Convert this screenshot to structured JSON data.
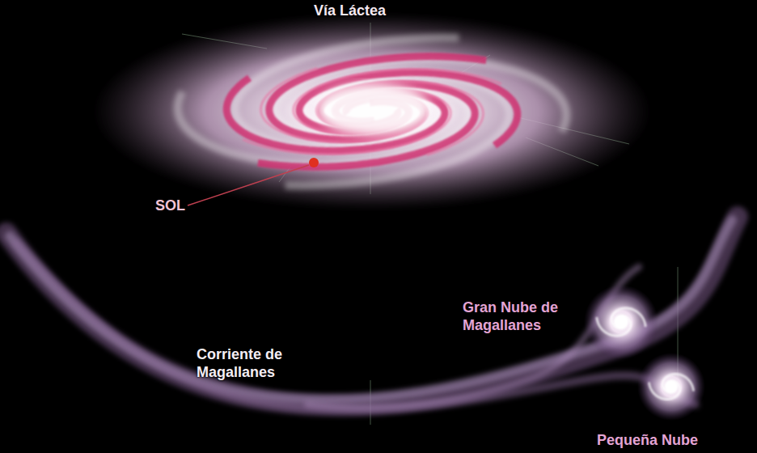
{
  "diagram": {
    "labels": [
      "Vía Láctea",
      "SOL",
      "Gran Nube de Magallanes",
      "Corriente de Magallanes",
      "Pequeña Nube"
    ]
  }
}
